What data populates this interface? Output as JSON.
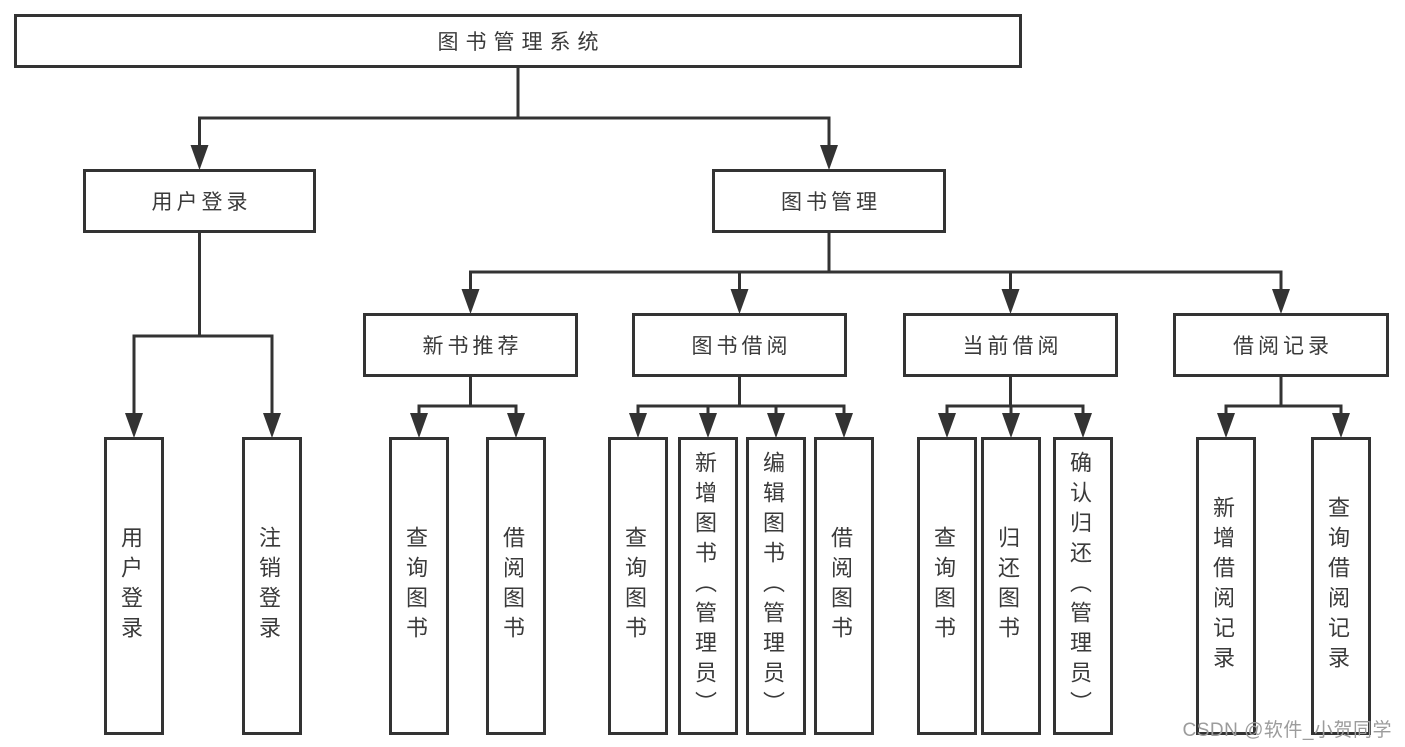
{
  "diagram": {
    "nodes": [
      {
        "id": "root",
        "label": "图书管理系统",
        "level": 1,
        "parent": null
      },
      {
        "id": "user-login",
        "label": "用户登录",
        "level": 2,
        "parent": "root"
      },
      {
        "id": "book-mgmt",
        "label": "图书管理",
        "level": 2,
        "parent": "root"
      },
      {
        "id": "new-book-rec",
        "label": "新书推荐",
        "level": 3,
        "parent": "book-mgmt"
      },
      {
        "id": "book-borrow",
        "label": "图书借阅",
        "level": 3,
        "parent": "book-mgmt"
      },
      {
        "id": "current-borrow",
        "label": "当前借阅",
        "level": 3,
        "parent": "book-mgmt"
      },
      {
        "id": "borrow-records",
        "label": "借阅记录",
        "level": 3,
        "parent": "book-mgmt"
      },
      {
        "id": "u1",
        "label": "用户登录",
        "level": 4,
        "parent": "user-login"
      },
      {
        "id": "u2",
        "label": "注销登录",
        "level": 4,
        "parent": "user-login"
      },
      {
        "id": "n1",
        "label": "查询图书",
        "level": 4,
        "parent": "new-book-rec"
      },
      {
        "id": "n2",
        "label": "借阅图书",
        "level": 4,
        "parent": "new-book-rec"
      },
      {
        "id": "b1",
        "label": "查询图书",
        "level": 4,
        "parent": "book-borrow"
      },
      {
        "id": "b2",
        "label": "新增图书（管理员）",
        "level": 4,
        "parent": "book-borrow"
      },
      {
        "id": "b3",
        "label": "编辑图书（管理员）",
        "level": 4,
        "parent": "book-borrow"
      },
      {
        "id": "b4",
        "label": "借阅图书",
        "level": 4,
        "parent": "book-borrow"
      },
      {
        "id": "c1",
        "label": "查询图书",
        "level": 4,
        "parent": "current-borrow"
      },
      {
        "id": "c2",
        "label": "归还图书",
        "level": 4,
        "parent": "current-borrow"
      },
      {
        "id": "c3",
        "label": "确认归还（管理员）",
        "level": 4,
        "parent": "current-borrow"
      },
      {
        "id": "r1",
        "label": "新增借阅记录",
        "level": 4,
        "parent": "borrow-records"
      },
      {
        "id": "r2",
        "label": "查询借阅记录",
        "level": 4,
        "parent": "borrow-records"
      }
    ]
  },
  "watermark": {
    "text": "CSDN @软件_小贺同学"
  },
  "colors": {
    "line": "#333333",
    "border": "#333333",
    "text": "#3a3a3a",
    "watermark": "#9c9c9c",
    "background": "#ffffff"
  }
}
